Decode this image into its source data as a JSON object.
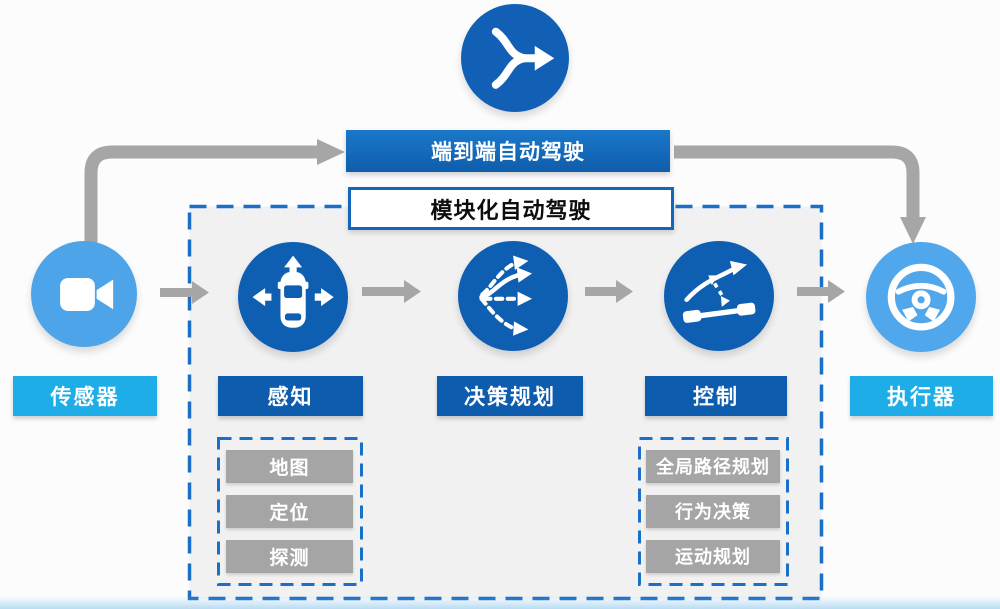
{
  "diagram_title": "autonomous-driving-architecture",
  "banners": {
    "end_to_end": "端到端自动驾驶",
    "modular": "模块化自动驾驶"
  },
  "nodes": {
    "merge": {
      "icon": "merge-arrow-icon"
    },
    "sensor": {
      "label": "传感器",
      "icon": "video-camera-icon"
    },
    "perception": {
      "label": "感知",
      "icon": "car-surround-arrows-icon"
    },
    "planning": {
      "label": "决策规划",
      "icon": "branching-paths-icon"
    },
    "control": {
      "label": "控制",
      "icon": "steering-control-icon"
    },
    "actuator": {
      "label": "执行器",
      "icon": "steering-wheel-icon"
    }
  },
  "perception_submodules": [
    "地图",
    "定位",
    "探测"
  ],
  "control_submodules": [
    "全局路径规划",
    "行为决策",
    "运动规划"
  ],
  "colors": {
    "dark_blue": "#0e5eb2",
    "banner_blue": "#1467b5",
    "light_blue": "#4da4e9",
    "cyan_banner": "#1fade8",
    "dashed_border": "#1a70c8",
    "arrow_gray": "#a6a6a6",
    "submodule_gray": "#a5a5a5",
    "box_fill": "#f1f1f2"
  }
}
